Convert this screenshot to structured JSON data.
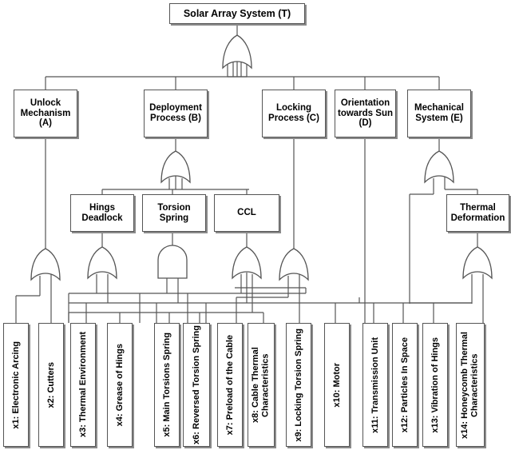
{
  "diagram": {
    "title": "Solar Array System Fault Tree",
    "type": "fault-tree",
    "colors": {
      "box_stroke": "#555555",
      "line": "#555555",
      "text": "#000000",
      "background": "#ffffff"
    }
  },
  "top_event": {
    "id": "T",
    "label": "Solar Array System (T)",
    "gate": "OR"
  },
  "level2": [
    {
      "id": "A",
      "label": "Unlock Mechanism (A)",
      "gate": "OR"
    },
    {
      "id": "B",
      "label": "Deployment Process (B)",
      "gate": "OR"
    },
    {
      "id": "C",
      "label": "Locking Process (C)",
      "gate": "OR"
    },
    {
      "id": "D",
      "label": "Orientation towards Sun (D)",
      "gate": "none"
    },
    {
      "id": "E",
      "label": "Mechanical System (E)",
      "gate": "OR"
    }
  ],
  "level3": [
    {
      "id": "HD",
      "label": "Hings Deadlock",
      "gate": "OR"
    },
    {
      "id": "TS",
      "label": "Torsion Spring",
      "gate": "AND"
    },
    {
      "id": "CCL",
      "label": "CCL",
      "gate": "OR"
    },
    {
      "id": "TD",
      "label": "Thermal Deformation",
      "gate": "OR"
    }
  ],
  "basic_events": [
    {
      "id": "x1",
      "label": "x1: Electronic Arcing"
    },
    {
      "id": "x2",
      "label": "x2: Cutters"
    },
    {
      "id": "x3",
      "label": "x3: Thermal Environment"
    },
    {
      "id": "x4",
      "label": "x4: Grease of Hings"
    },
    {
      "id": "x5",
      "label": "x5: Main Torsions Spring"
    },
    {
      "id": "x6",
      "label": "x6: Reversed Torsion Spring"
    },
    {
      "id": "x7",
      "label": "x7: Preload of the Cable"
    },
    {
      "id": "x8",
      "label": "x8: Cable Thermal Characteristics"
    },
    {
      "id": "x9",
      "label": "x9: Locking Torsion Spring"
    },
    {
      "id": "x10",
      "label": "x10: Motor"
    },
    {
      "id": "x11",
      "label": "x11: Transmission Unit"
    },
    {
      "id": "x12",
      "label": "x12: Particles In Space"
    },
    {
      "id": "x13",
      "label": "x13: Vibration of Hings"
    },
    {
      "id": "x14",
      "label": "x14: Honeycomb Thermal Characteristics"
    }
  ]
}
